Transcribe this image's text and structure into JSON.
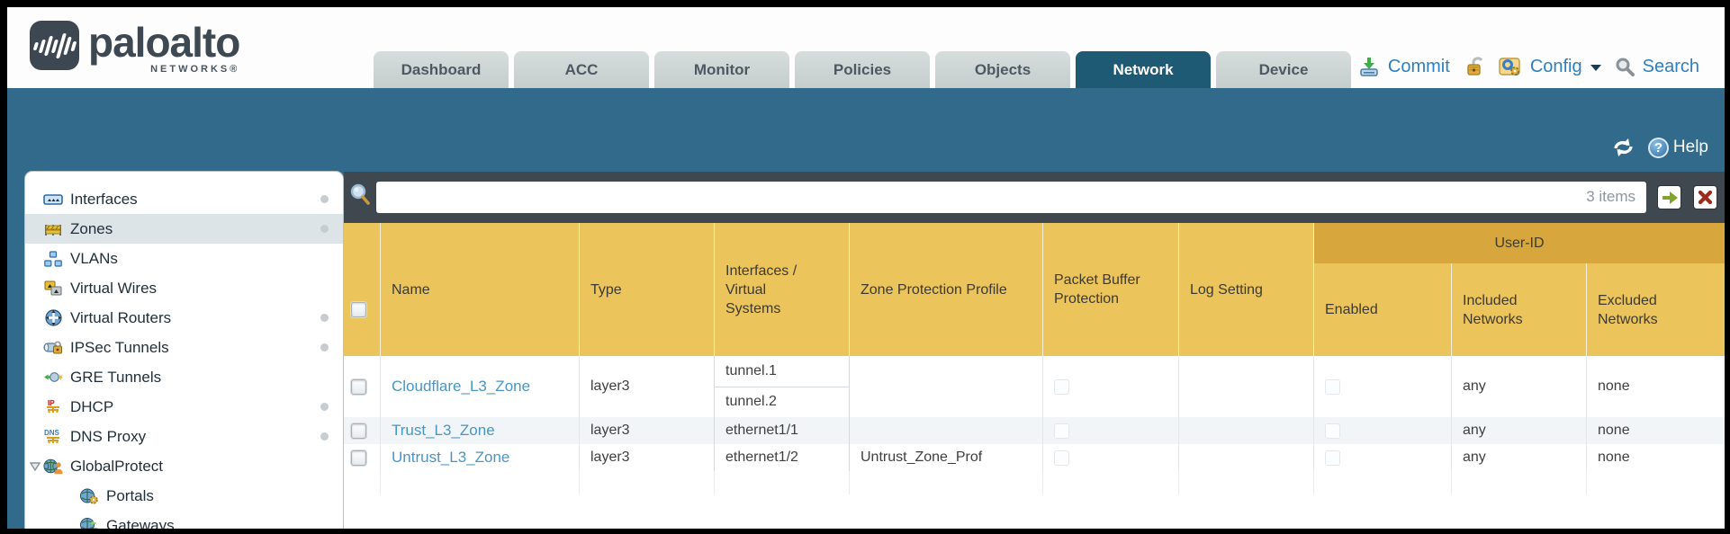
{
  "brand": {
    "logo_text": "paloalto",
    "logo_sub": "NETWORKS®"
  },
  "nav": {
    "tabs": [
      {
        "label": "Dashboard",
        "active": false
      },
      {
        "label": "ACC",
        "active": false
      },
      {
        "label": "Monitor",
        "active": false
      },
      {
        "label": "Policies",
        "active": false
      },
      {
        "label": "Objects",
        "active": false
      },
      {
        "label": "Network",
        "active": true
      },
      {
        "label": "Device",
        "active": false
      }
    ]
  },
  "toolbar": {
    "commit_label": "Commit",
    "config_label": "Config",
    "search_label": "Search",
    "icons": [
      "commit-icon",
      "lock-icon",
      "config-icon",
      "caret-down-icon",
      "search-icon"
    ]
  },
  "band": {
    "help_label": "Help",
    "icons": [
      "refresh-icon",
      "help-icon"
    ]
  },
  "filter_bar": {
    "value": "",
    "placeholder": "",
    "count": "3 items",
    "icons": [
      "search-icon",
      "apply-filter-icon",
      "clear-filter-icon"
    ]
  },
  "sidebar": {
    "items": [
      {
        "label": "Interfaces",
        "icon": "interfaces-icon",
        "dot": true,
        "selected": false,
        "indent": 0,
        "expander": false
      },
      {
        "label": "Zones",
        "icon": "zones-icon",
        "dot": true,
        "selected": true,
        "indent": 0,
        "expander": false
      },
      {
        "label": "VLANs",
        "icon": "vlans-icon",
        "dot": false,
        "selected": false,
        "indent": 0,
        "expander": false
      },
      {
        "label": "Virtual Wires",
        "icon": "virtual-wires-icon",
        "dot": false,
        "selected": false,
        "indent": 0,
        "expander": false
      },
      {
        "label": "Virtual Routers",
        "icon": "virtual-routers-icon",
        "dot": true,
        "selected": false,
        "indent": 0,
        "expander": false
      },
      {
        "label": "IPSec Tunnels",
        "icon": "ipsec-tunnels-icon",
        "dot": true,
        "selected": false,
        "indent": 0,
        "expander": false
      },
      {
        "label": "GRE Tunnels",
        "icon": "gre-tunnels-icon",
        "dot": false,
        "selected": false,
        "indent": 0,
        "expander": false
      },
      {
        "label": "DHCP",
        "icon": "dhcp-icon",
        "dot": true,
        "selected": false,
        "indent": 0,
        "expander": false
      },
      {
        "label": "DNS Proxy",
        "icon": "dns-proxy-icon",
        "dot": true,
        "selected": false,
        "indent": 0,
        "expander": false
      },
      {
        "label": "GlobalProtect",
        "icon": "globalprotect-icon",
        "dot": false,
        "selected": false,
        "indent": 0,
        "expander": true
      },
      {
        "label": "Portals",
        "icon": "portals-icon",
        "dot": false,
        "selected": false,
        "indent": 1,
        "expander": false
      },
      {
        "label": "Gateways",
        "icon": "gateways-icon",
        "dot": false,
        "selected": false,
        "indent": 1,
        "expander": false
      }
    ]
  },
  "table": {
    "user_id_group": "User-ID",
    "columns": [
      "Name",
      "Type",
      "Interfaces / Virtual Systems",
      "Zone Protection Profile",
      "Packet Buffer Protection",
      "Log Setting",
      "Enabled",
      "Included Networks",
      "Excluded Networks"
    ],
    "rows": [
      {
        "name": "Cloudflare_L3_Zone",
        "type": "layer3",
        "interfaces": [
          "tunnel.1",
          "tunnel.2"
        ],
        "zone_protection_profile": "",
        "packet_buffer_protection": false,
        "log_setting": "",
        "user_id_enabled": false,
        "included_networks": "any",
        "excluded_networks": "none",
        "selected": false
      },
      {
        "name": "Trust_L3_Zone",
        "type": "layer3",
        "interfaces": [
          "ethernet1/1"
        ],
        "zone_protection_profile": "",
        "packet_buffer_protection": false,
        "log_setting": "",
        "user_id_enabled": false,
        "included_networks": "any",
        "excluded_networks": "none",
        "selected": false
      },
      {
        "name": "Untrust_L3_Zone",
        "type": "layer3",
        "interfaces": [
          "ethernet1/2"
        ],
        "zone_protection_profile": "Untrust_Zone_Prof",
        "packet_buffer_protection": false,
        "log_setting": "",
        "user_id_enabled": false,
        "included_networks": "any",
        "excluded_networks": "none",
        "selected": false
      }
    ]
  },
  "colors": {
    "teal_band": "#326a8c",
    "header_amber": "#ecc45c",
    "user_id_band_amber": "#d7a63d",
    "active_tab": "#1e5a74",
    "link_blue": "#4896c4",
    "toolbar_blue": "#2e7fc0",
    "dark_bar": "#3f474f",
    "alt_row": "#f1f5f8"
  }
}
